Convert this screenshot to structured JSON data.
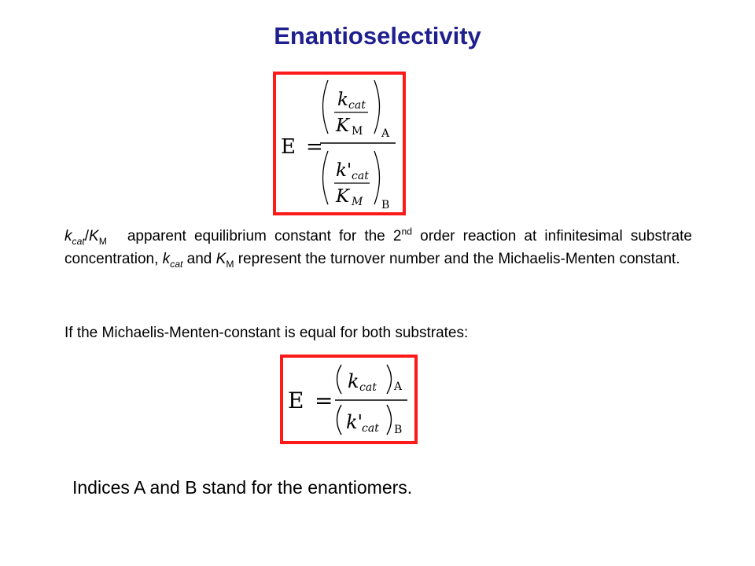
{
  "title": "Enantioselectivity",
  "formula_full": {
    "lhs": "E",
    "equals": "=",
    "num_k": "k",
    "num_k_sub": "cat",
    "num_K": "K",
    "num_K_sub": "M",
    "num_index": "A",
    "den_k": "k'",
    "den_k_sub": "cat",
    "den_K": "K",
    "den_K_sub": "M",
    "den_index": "B"
  },
  "definition": {
    "t1": "k",
    "t1_sub": "cat",
    "t2": "/",
    "t3": "K",
    "t3_sub": "M",
    "t4": "apparent equilibrium constant for the 2",
    "t4_sup": "nd",
    "t5": " order reaction at infinitesimal substrate concentration, ",
    "t6": "k",
    "t6_sub": "cat",
    "t7": " and ",
    "t8": "K",
    "t8_sub": "M",
    "t9": " represent the turnover number and the Michaelis-Menten constant."
  },
  "condition": "If the Michaelis-Menten-constant is equal for both substrates:",
  "formula_simple": {
    "lhs": "E",
    "equals": "=",
    "num_k": "k",
    "num_k_sub": "cat",
    "num_index": "A",
    "den_k": "k'",
    "den_k_sub": "cat",
    "den_index": "B"
  },
  "indices_note": "Indices A and B stand for the enantiomers."
}
